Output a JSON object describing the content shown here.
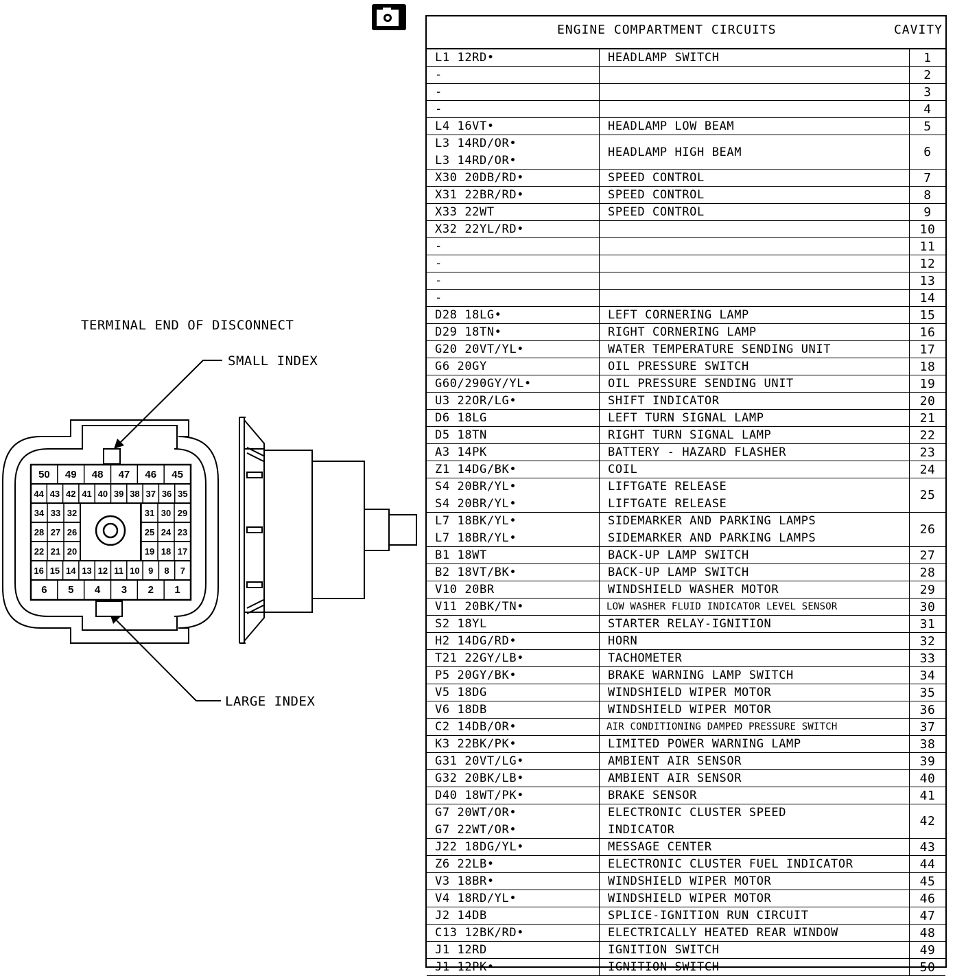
{
  "left_panel": {
    "title": "TERMINAL END OF DISCONNECT",
    "small_index": "SMALL INDEX",
    "large_index": "LARGE INDEX",
    "rows": [
      [
        "50",
        "49",
        "48",
        "47",
        "46",
        "45"
      ],
      [
        "44",
        "43",
        "42",
        "41",
        "40",
        "39",
        "38",
        "37",
        "36",
        "35"
      ],
      [
        "34",
        "33",
        "32",
        "31",
        "30",
        "29"
      ],
      [
        "28",
        "27",
        "26",
        "25",
        "24",
        "23"
      ],
      [
        "22",
        "21",
        "20",
        "19",
        "18",
        "17"
      ],
      [
        "16",
        "15",
        "14",
        "13",
        "12",
        "11",
        "10",
        "9",
        "8",
        "7"
      ],
      [
        "6",
        "5",
        "4",
        "3",
        "2",
        "1"
      ]
    ]
  },
  "table": {
    "title": "ENGINE COMPARTMENT CIRCUITS",
    "cavity_header": "CAVITY",
    "rows": [
      {
        "circuit": [
          "L1 12RD•"
        ],
        "function": [
          "HEADLAMP SWITCH"
        ],
        "cavity": "1"
      },
      {
        "circuit": [
          "-"
        ],
        "function": [],
        "cavity": "2"
      },
      {
        "circuit": [
          "-"
        ],
        "function": [],
        "cavity": "3"
      },
      {
        "circuit": [
          "-"
        ],
        "function": [],
        "cavity": "4"
      },
      {
        "circuit": [
          "L4 16VT•"
        ],
        "function": [
          "HEADLAMP LOW BEAM"
        ],
        "cavity": "5"
      },
      {
        "circuit": [
          "L3 14RD/OR•",
          "L3 14RD/OR•"
        ],
        "function": [
          "HEADLAMP HIGH BEAM"
        ],
        "cavity": "6"
      },
      {
        "circuit": [
          "X30 20DB/RD•"
        ],
        "function": [
          "SPEED CONTROL"
        ],
        "cavity": "7"
      },
      {
        "circuit": [
          "X31 22BR/RD•"
        ],
        "function": [
          "SPEED CONTROL"
        ],
        "cavity": "8"
      },
      {
        "circuit": [
          "X33 22WT"
        ],
        "function": [
          "SPEED CONTROL"
        ],
        "cavity": "9"
      },
      {
        "circuit": [
          "X32 22YL/RD•"
        ],
        "function": [],
        "cavity": "10"
      },
      {
        "circuit": [
          "-"
        ],
        "function": [],
        "cavity": "11"
      },
      {
        "circuit": [
          "-"
        ],
        "function": [],
        "cavity": "12"
      },
      {
        "circuit": [
          "-"
        ],
        "function": [],
        "cavity": "13"
      },
      {
        "circuit": [
          "-"
        ],
        "function": [],
        "cavity": "14"
      },
      {
        "circuit": [
          "D28 18LG•"
        ],
        "function": [
          "LEFT CORNERING LAMP"
        ],
        "cavity": "15"
      },
      {
        "circuit": [
          "D29 18TN•"
        ],
        "function": [
          "RIGHT CORNERING LAMP"
        ],
        "cavity": "16"
      },
      {
        "circuit": [
          "G20 20VT/YL•"
        ],
        "function": [
          "WATER TEMPERATURE SENDING UNIT"
        ],
        "cavity": "17"
      },
      {
        "circuit": [
          "G6 20GY"
        ],
        "function": [
          "OIL PRESSURE SWITCH"
        ],
        "cavity": "18"
      },
      {
        "circuit": [
          "G60/290GY/YL•"
        ],
        "function": [
          "OIL PRESSURE SENDING UNIT"
        ],
        "cavity": "19"
      },
      {
        "circuit": [
          "U3 22OR/LG•"
        ],
        "function": [
          "SHIFT INDICATOR"
        ],
        "cavity": "20"
      },
      {
        "circuit": [
          "D6 18LG"
        ],
        "function": [
          "LEFT TURN SIGNAL LAMP"
        ],
        "cavity": "21"
      },
      {
        "circuit": [
          "D5 18TN"
        ],
        "function": [
          "RIGHT TURN SIGNAL LAMP"
        ],
        "cavity": "22"
      },
      {
        "circuit": [
          "A3 14PK"
        ],
        "function": [
          "BATTERY - HAZARD FLASHER"
        ],
        "cavity": "23"
      },
      {
        "circuit": [
          "Z1 14DG/BK•"
        ],
        "function": [
          "COIL"
        ],
        "cavity": "24"
      },
      {
        "circuit": [
          "S4 20BR/YL•",
          "S4 20BR/YL•"
        ],
        "function": [
          "LIFTGATE RELEASE",
          "LIFTGATE RELEASE"
        ],
        "cavity": "25"
      },
      {
        "circuit": [
          "L7 18BK/YL•",
          "L7 18BR/YL•"
        ],
        "function": [
          "SIDEMARKER AND PARKING LAMPS",
          "SIDEMARKER AND PARKING LAMPS"
        ],
        "cavity": "26"
      },
      {
        "circuit": [
          "B1 18WT"
        ],
        "function": [
          "BACK-UP LAMP SWITCH"
        ],
        "cavity": "27"
      },
      {
        "circuit": [
          "B2 18VT/BK•"
        ],
        "function": [
          "BACK-UP LAMP SWITCH"
        ],
        "cavity": "28"
      },
      {
        "circuit": [
          "V10 20BR"
        ],
        "function": [
          "WINDSHIELD WASHER MOTOR"
        ],
        "cavity": "29"
      },
      {
        "circuit": [
          "V11 20BK/TN•"
        ],
        "function": [
          "LOW WASHER FLUID INDICATOR LEVEL SENSOR"
        ],
        "cavity": "30",
        "small": true
      },
      {
        "circuit": [
          "S2 18YL"
        ],
        "function": [
          "STARTER RELAY-IGNITION"
        ],
        "cavity": "31"
      },
      {
        "circuit": [
          "H2 14DG/RD•"
        ],
        "function": [
          "HORN"
        ],
        "cavity": "32"
      },
      {
        "circuit": [
          "T21 22GY/LB•"
        ],
        "function": [
          "TACHOMETER"
        ],
        "cavity": "33"
      },
      {
        "circuit": [
          "P5 20GY/BK•"
        ],
        "function": [
          "BRAKE WARNING LAMP SWITCH"
        ],
        "cavity": "34"
      },
      {
        "circuit": [
          "V5 18DG"
        ],
        "function": [
          "WINDSHIELD WIPER MOTOR"
        ],
        "cavity": "35"
      },
      {
        "circuit": [
          "V6 18DB"
        ],
        "function": [
          "WINDSHIELD WIPER MOTOR"
        ],
        "cavity": "36"
      },
      {
        "circuit": [
          "C2 14DB/OR•"
        ],
        "function": [
          "AIR CONDITIONING DAMPED PRESSURE SWITCH"
        ],
        "cavity": "37",
        "small": true
      },
      {
        "circuit": [
          "K3 22BK/PK•"
        ],
        "function": [
          "LIMITED POWER WARNING LAMP"
        ],
        "cavity": "38"
      },
      {
        "circuit": [
          "G31 20VT/LG•"
        ],
        "function": [
          "AMBIENT AIR SENSOR"
        ],
        "cavity": "39"
      },
      {
        "circuit": [
          "G32 20BK/LB•"
        ],
        "function": [
          "AMBIENT AIR SENSOR"
        ],
        "cavity": "40"
      },
      {
        "circuit": [
          "D40 18WT/PK•"
        ],
        "function": [
          "BRAKE SENSOR"
        ],
        "cavity": "41"
      },
      {
        "circuit": [
          "G7 20WT/OR•",
          "G7 22WT/OR•"
        ],
        "function": [
          "ELECTRONIC CLUSTER SPEED",
          "INDICATOR"
        ],
        "cavity": "42"
      },
      {
        "circuit": [
          "J22 18DG/YL•"
        ],
        "function": [
          "MESSAGE CENTER"
        ],
        "cavity": "43"
      },
      {
        "circuit": [
          "Z6 22LB•"
        ],
        "function": [
          "ELECTRONIC CLUSTER FUEL INDICATOR"
        ],
        "cavity": "44"
      },
      {
        "circuit": [
          "V3 18BR•"
        ],
        "function": [
          "WINDSHIELD WIPER MOTOR"
        ],
        "cavity": "45"
      },
      {
        "circuit": [
          "V4 18RD/YL•"
        ],
        "function": [
          "WINDSHIELD WIPER MOTOR"
        ],
        "cavity": "46"
      },
      {
        "circuit": [
          "J2 14DB"
        ],
        "function": [
          "SPLICE-IGNITION RUN CIRCUIT"
        ],
        "cavity": "47"
      },
      {
        "circuit": [
          "C13 12BK/RD•"
        ],
        "function": [
          "ELECTRICALLY HEATED REAR WINDOW"
        ],
        "cavity": "48"
      },
      {
        "circuit": [
          "J1 12RD"
        ],
        "function": [
          "IGNITION SWITCH"
        ],
        "cavity": "49"
      },
      {
        "circuit": [
          "J1 12PK•"
        ],
        "function": [
          "IGNITION SWITCH"
        ],
        "cavity": "50"
      }
    ]
  }
}
